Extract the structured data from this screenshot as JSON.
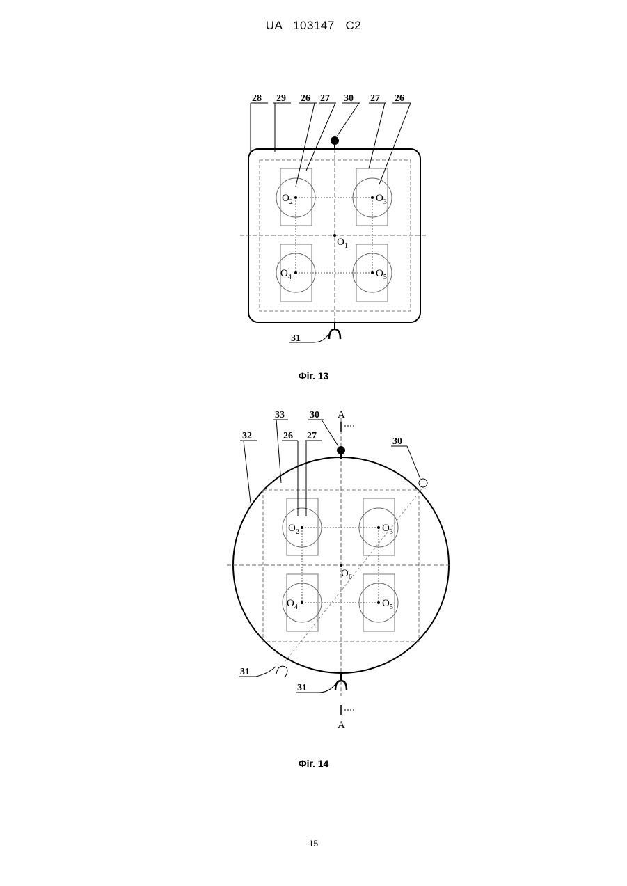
{
  "header": "UA   103147   C2",
  "figure13": {
    "caption": "Фіг. 13",
    "refs": [
      "28",
      "29",
      "26",
      "27",
      "30",
      "27",
      "26",
      "31"
    ],
    "points": [
      {
        "letter": "O",
        "sub": "2"
      },
      {
        "letter": "O",
        "sub": "3"
      },
      {
        "letter": "O",
        "sub": "1"
      },
      {
        "letter": "O",
        "sub": "4"
      },
      {
        "letter": "O",
        "sub": "5"
      }
    ]
  },
  "figure14": {
    "caption": "Фіг. 14",
    "refs": [
      "33",
      "30",
      "32",
      "26",
      "27",
      "30",
      "31",
      "31"
    ],
    "section_marks": [
      "A",
      "A"
    ],
    "points": [
      {
        "letter": "O",
        "sub": "2"
      },
      {
        "letter": "O",
        "sub": "3"
      },
      {
        "letter": "O",
        "sub": "6"
      },
      {
        "letter": "O",
        "sub": "4"
      },
      {
        "letter": "O",
        "sub": "5"
      }
    ]
  },
  "page_number": "15"
}
